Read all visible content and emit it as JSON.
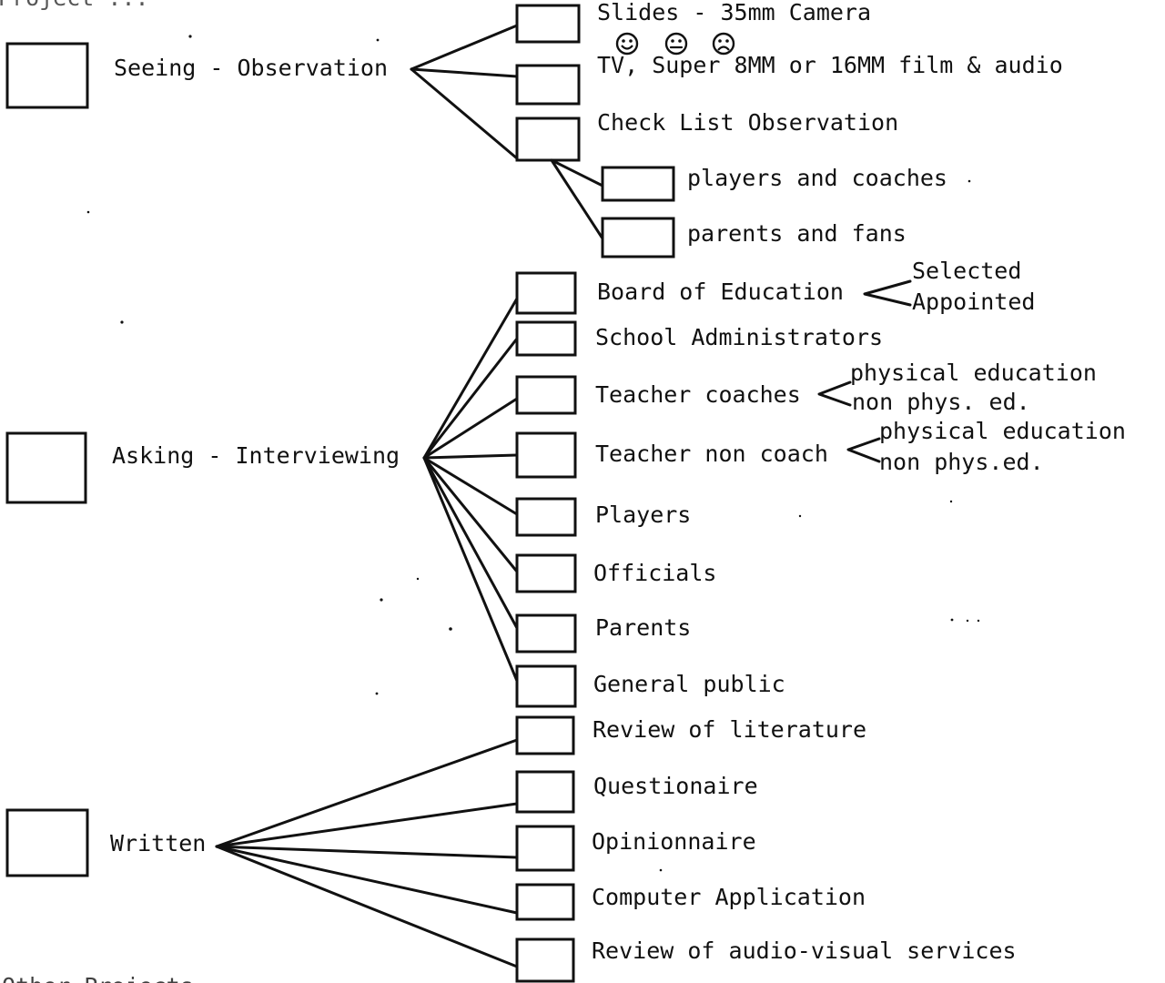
{
  "header": {
    "top_fragment": "Project ...",
    "bottom_fragment": "Other Projects"
  },
  "categories": {
    "seeing": "Seeing - Observation",
    "asking": "Asking - Interviewing",
    "written": "Written"
  },
  "seeing_items": [
    "Slides - 35mm Camera",
    "TV, Super 8MM or 16MM film & audio",
    "Check List Observation"
  ],
  "checklist_items": [
    "players and coaches",
    "parents and fans"
  ],
  "asking_items": [
    "Board of Education",
    "School Administrators",
    "Teacher coaches",
    "Teacher non coach",
    "Players",
    "Officials",
    "Parents",
    "General public"
  ],
  "board_sub": [
    "Selected",
    "Appointed"
  ],
  "teacher_coaches_sub": [
    "physical education",
    "non phys. ed."
  ],
  "teacher_non_coach_sub": [
    "physical education",
    "non phys.ed."
  ],
  "written_items": [
    "Review of literature",
    "Questionaire",
    "Opinionnaire",
    "Computer Application",
    "Review of audio-visual services"
  ],
  "faces": [
    "smile-face-icon",
    "neutral-face-icon",
    "frown-face-icon"
  ]
}
